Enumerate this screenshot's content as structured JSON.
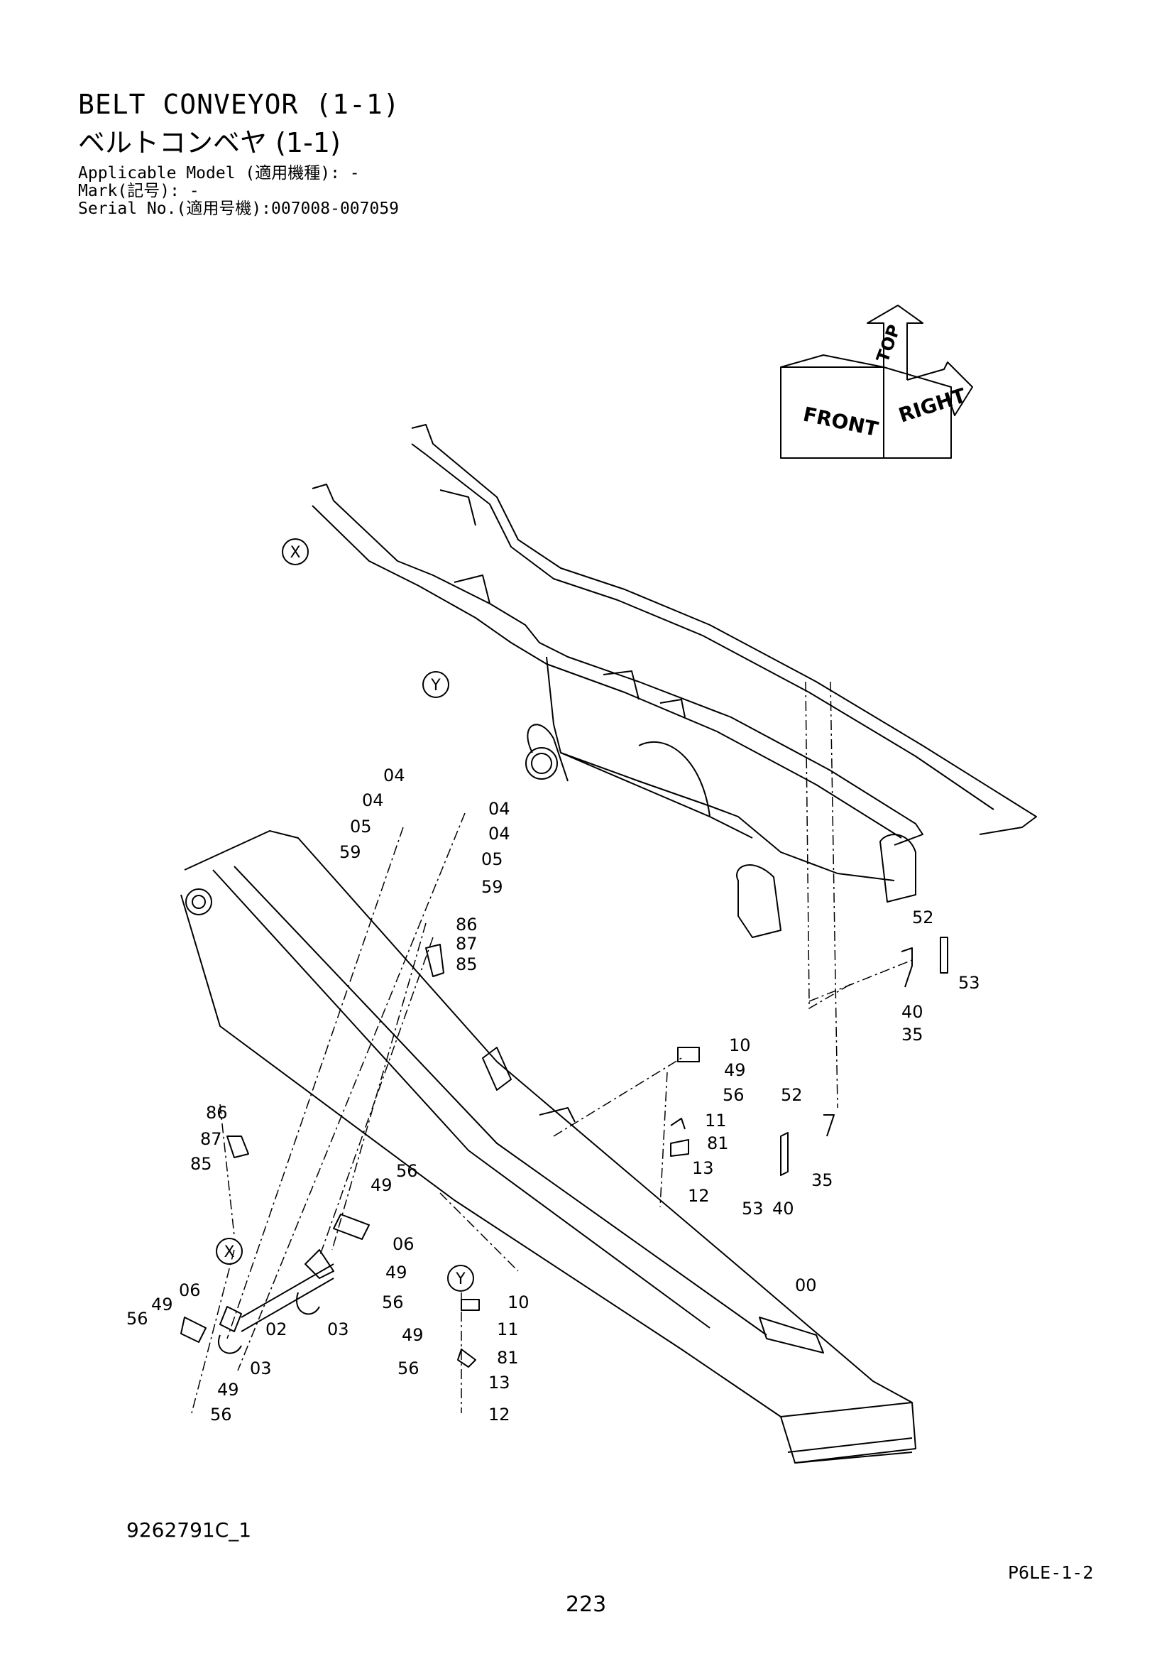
{
  "header": {
    "title_en": "BELT CONVEYOR (1-1)",
    "title_jp": "ベルトコンベヤ (1-1)",
    "applicable_model": "Applicable Model (適用機種): -",
    "mark": "Mark(記号): -",
    "serial_no": "Serial No.(適用号機):007008-007059"
  },
  "orientation": {
    "front": "FRONT",
    "right": "RIGHT",
    "top": "TOP"
  },
  "view_markers": [
    "X",
    "Y",
    "X",
    "Y"
  ],
  "labels": [
    "04",
    "04",
    "05",
    "59",
    "04",
    "04",
    "05",
    "59",
    "86",
    "87",
    "85",
    "52",
    "53",
    "40",
    "35",
    "10",
    "49",
    "56",
    "11",
    "81",
    "13",
    "12",
    "52",
    "35",
    "53",
    "40",
    "86",
    "87",
    "85",
    "49",
    "56",
    "06",
    "49",
    "56",
    "02",
    "03",
    "06",
    "49",
    "56",
    "03",
    "49",
    "56",
    "10",
    "11",
    "49",
    "81",
    "56",
    "13",
    "12",
    "00"
  ],
  "footer": {
    "drawing_code": "9262791C_1",
    "sheet_code": "P6LE-1-2",
    "page_number": "223"
  }
}
